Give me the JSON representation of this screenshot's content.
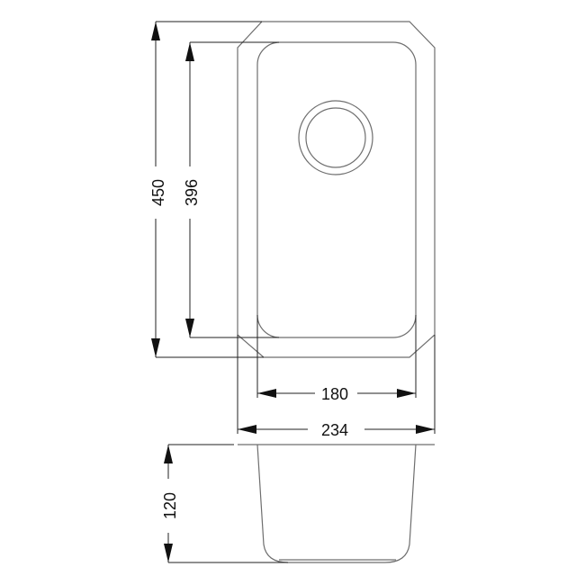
{
  "dimensions": {
    "overall_length": "450",
    "bowl_length": "396",
    "bowl_width": "180",
    "overall_width": "234",
    "depth": "120"
  }
}
